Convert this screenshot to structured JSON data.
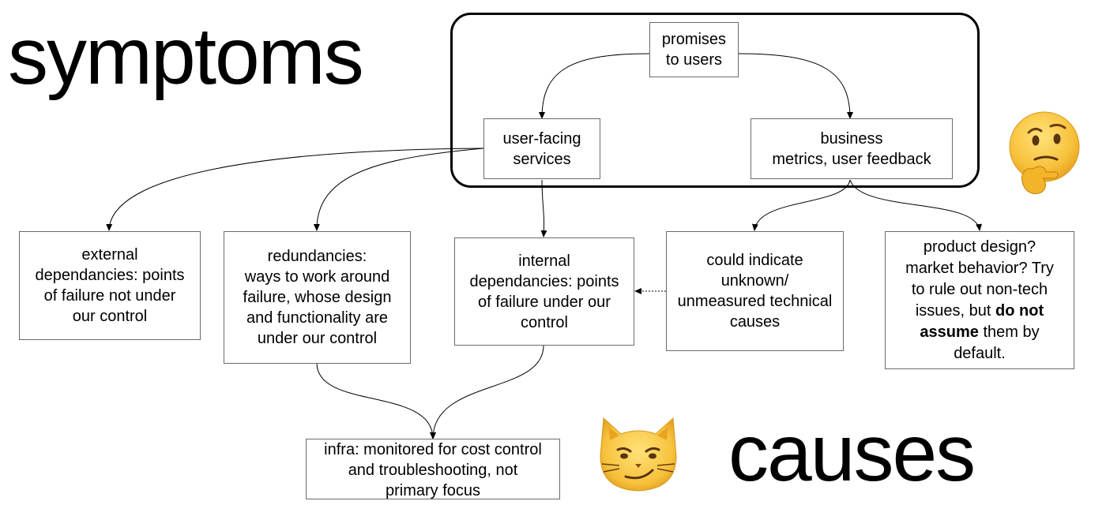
{
  "headings": {
    "symptoms": "symptoms",
    "causes": "causes"
  },
  "nodes": {
    "promises": "promises\nto users",
    "user_facing": "user-facing\nservices",
    "business": "business\nmetrics, user feedback",
    "external": "external\ndependancies: points\nof failure not under\nour control",
    "redundancies": "redundancies:\nways to work around\nfailure, whose design\nand functionality are\nunder our control",
    "internal": "internal\ndependancies: points\nof failure under our\ncontrol",
    "could_indicate": "could indicate\nunknown/\nunmeasured technical\ncauses",
    "product_design": {
      "part1": "product design?\nmarket behavior? Try\nto rule out non-tech\nissues, but ",
      "bold": "do not\nassume",
      "part2": " them by\ndefault."
    },
    "infra": "infra: monitored for cost control\nand troubleshooting, not\nprimary focus"
  },
  "icons": {
    "thinking_face": "thinking-face-emoji",
    "smirking_cat": "smirking-cat-emoji"
  },
  "colors": {
    "emoji_yellow": "#f7c23c",
    "emoji_outline": "#d89a1c",
    "box_border": "#6b6b6b",
    "frame": "#000000"
  }
}
